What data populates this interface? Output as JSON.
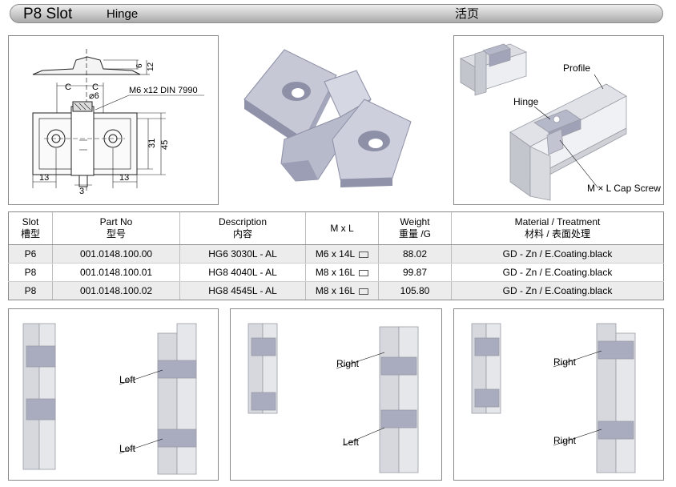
{
  "header": {
    "slot": "P8 Slot",
    "name_en": "Hinge",
    "name_cn": "活页"
  },
  "drawing": {
    "dim_c1": "C",
    "dim_c2": "C",
    "dim_dia": "⌀6",
    "dim_screw": "M6 x12 DIN 7990",
    "dim_6": "6",
    "dim_12": "12",
    "dim_31": "31",
    "dim_45": "45",
    "dim_13a": "13",
    "dim_3": "3",
    "dim_13b": "13"
  },
  "callouts": {
    "profile": "Profile",
    "hinge": "Hinge",
    "screw": "M × L Cap Screw"
  },
  "table": {
    "headers": {
      "slot": [
        "Slot",
        "槽型"
      ],
      "partno": [
        "Part No",
        "型号"
      ],
      "desc": [
        "Description",
        "内容"
      ],
      "ml": [
        "M x L"
      ],
      "weight": [
        "Weight",
        "重量 /G"
      ],
      "material": [
        "Material / Treatment",
        "材料 / 表面处理"
      ]
    },
    "rows": [
      {
        "slot": "P6",
        "partno": "001.0148.100.00",
        "desc": "HG6 3030L - AL",
        "ml": "M6 x 14L",
        "weight": "88.02",
        "material": "GD - Zn / E.Coating.black"
      },
      {
        "slot": "P8",
        "partno": "001.0148.100.01",
        "desc": "HG8 4040L - AL",
        "ml": "M8 x 16L",
        "weight": "99.87",
        "material": "GD - Zn / E.Coating.black"
      },
      {
        "slot": "P8",
        "partno": "001.0148.100.02",
        "desc": "HG8 4545L - AL",
        "ml": "M8 x 16L",
        "weight": "105.80",
        "material": "GD - Zn / E.Coating.black"
      }
    ]
  },
  "examples": {
    "p1_label1": "Left",
    "p1_label2": "Left",
    "p2_label1": "Right",
    "p2_label2": "Left",
    "p3_label1": "Right",
    "p3_label2": "Right"
  },
  "colors": {
    "metal": "#b4b7c8",
    "metal_dark": "#8d90a6",
    "metal_light": "#dfe1ea",
    "profile": "#c7c9d0"
  }
}
